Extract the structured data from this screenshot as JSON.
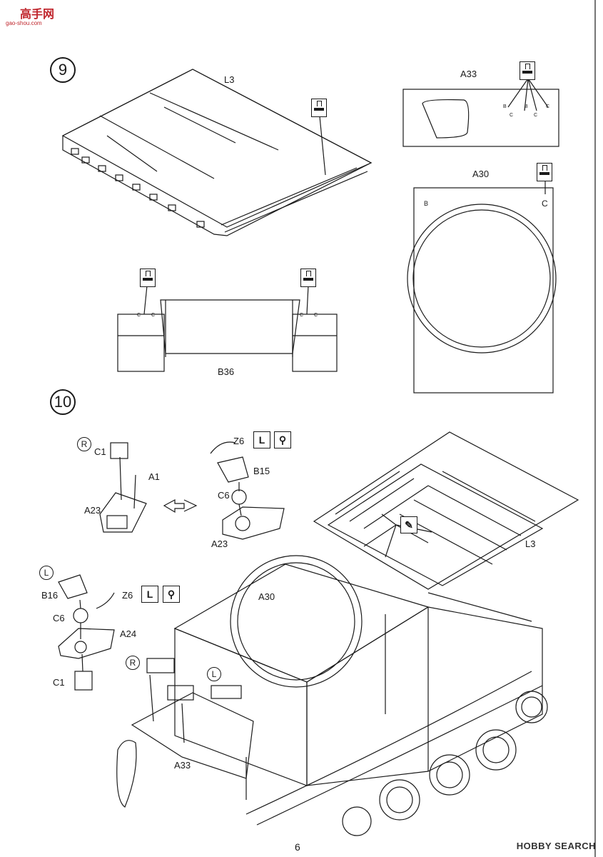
{
  "watermark": {
    "text": "高手网",
    "url": "gao-shou.com"
  },
  "steps": [
    {
      "number": "9",
      "labels": {
        "l3": "L3",
        "a33": "A33",
        "a30": "A30",
        "b36": "B36"
      }
    },
    {
      "number": "10",
      "labels": {
        "c1_top": "C1",
        "a1": "A1",
        "a23_left": "A23",
        "z6_top": "Z6",
        "b15": "B15",
        "c6_top": "C6",
        "a23_right": "A23",
        "l3": "L3",
        "b16": "B16",
        "z6_bottom": "Z6",
        "c6_bottom": "C6",
        "a24": "A24",
        "c1_bottom": "C1",
        "a30": "A30",
        "a33": "A33"
      }
    }
  ],
  "side_marks": {
    "right": "R",
    "left": "L"
  },
  "a33_holes": [
    "B",
    "C",
    "B",
    "C",
    "C"
  ],
  "b36_holes": [
    "C",
    "C",
    "C",
    "C"
  ],
  "a30_marks": [
    "B",
    "C"
  ],
  "toolbox_letter": "L",
  "footer": {
    "page_number": "6",
    "brand": "HOBBY SEARCH"
  },
  "colors": {
    "ink": "#1a1a1a",
    "watermark": "#c0262d"
  }
}
